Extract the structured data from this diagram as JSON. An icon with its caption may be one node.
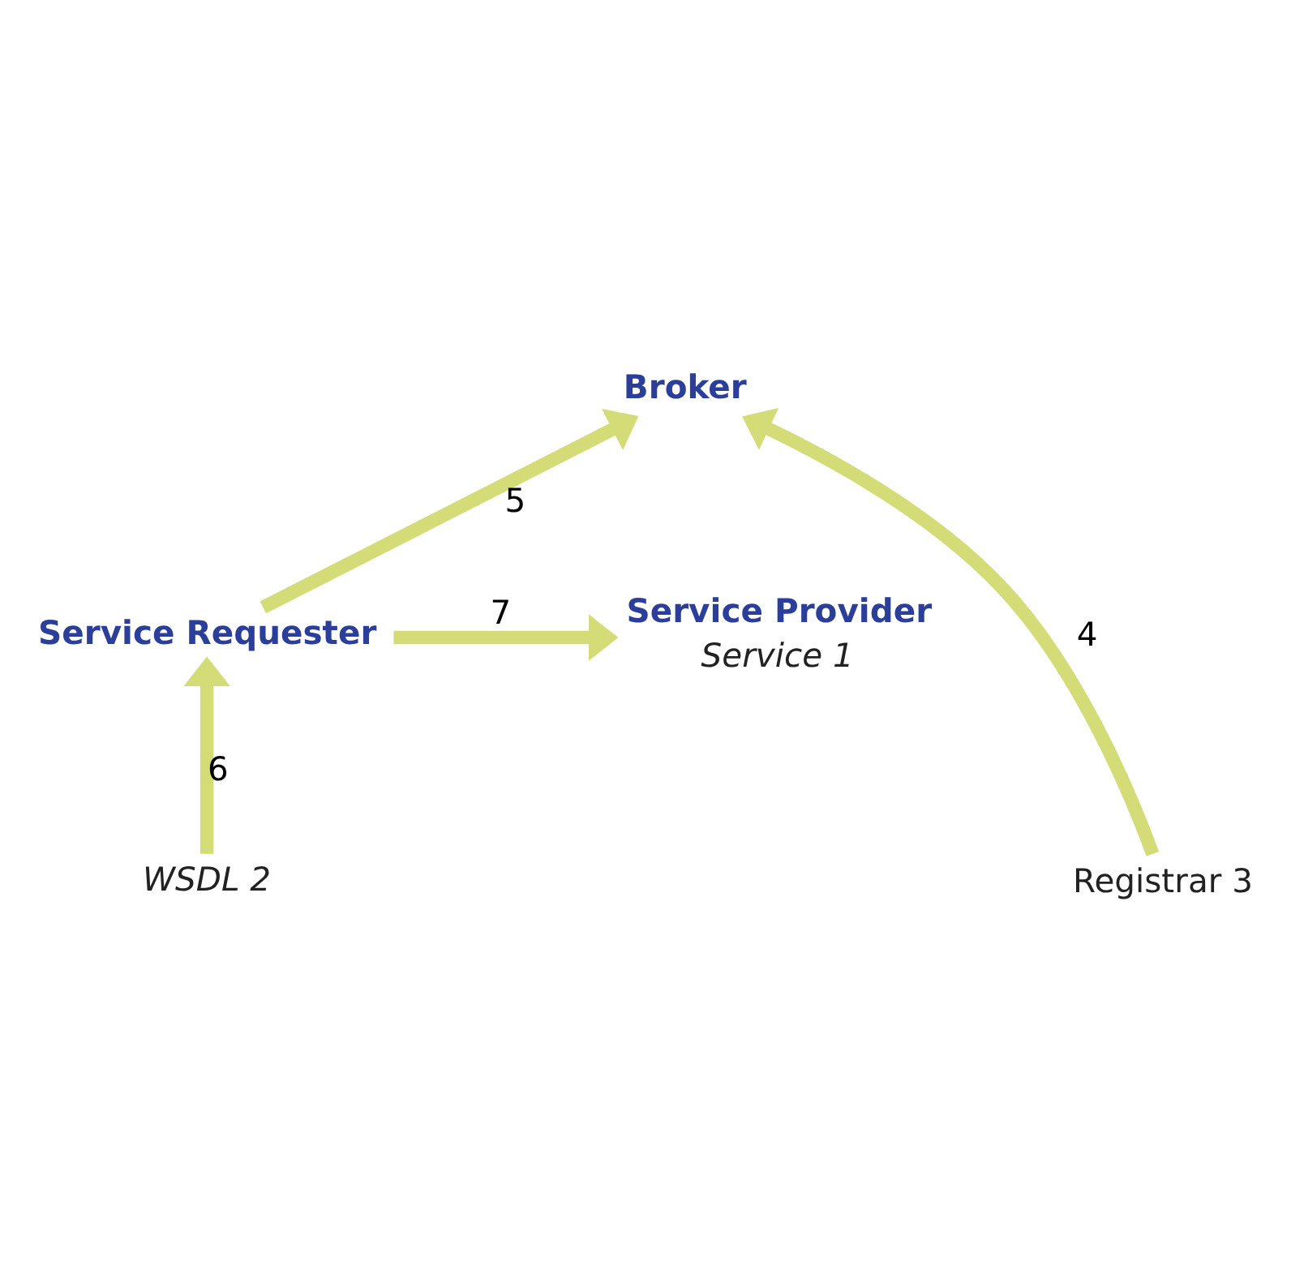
{
  "diagram": {
    "nodes": [
      {
        "text": [
          "Broker"
        ]
      },
      {
        "text": [
          "Service Provider"
        ],
        "beside": [
          "Service 1"
        ]
      },
      {
        "text": [
          "Service Requester"
        ]
      },
      {
        "text": [
          "Registrar 3"
        ]
      },
      {
        "text": [
          "WSDL 2"
        ]
      }
    ],
    "edges": [
      {
        "from": 3,
        "to": 0,
        "arrow": "to",
        "label": "4"
      },
      {
        "from": 2,
        "to": 0,
        "arrow": "to",
        "label": "5"
      },
      {
        "from": 4,
        "to": 2,
        "arrow": "to",
        "label": "6"
      },
      {
        "from": 2,
        "to": 1,
        "arrow": "to",
        "label": "7"
      }
    ]
  }
}
